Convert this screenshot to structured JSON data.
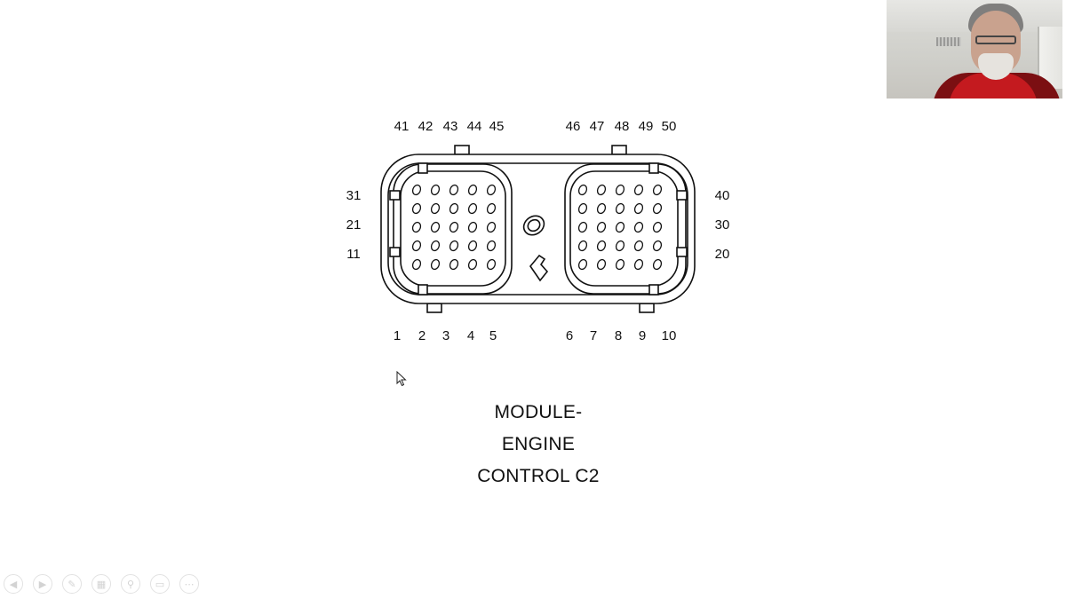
{
  "connector": {
    "top_labels_left": [
      "41",
      "42",
      "43",
      "44",
      "45"
    ],
    "top_labels_right": [
      "46",
      "47",
      "48",
      "49",
      "50"
    ],
    "bottom_labels_left": [
      "1",
      "2",
      "3",
      "4",
      "5"
    ],
    "bottom_labels_right": [
      "6",
      "7",
      "8",
      "9",
      "10"
    ],
    "left_side_labels": [
      "31",
      "21",
      "11"
    ],
    "right_side_labels": [
      "40",
      "30",
      "20"
    ]
  },
  "title_lines": [
    "MODULE-",
    "ENGINE",
    "CONTROL C2"
  ],
  "toolbar_icons": [
    "previous-icon",
    "next-icon",
    "pen-icon",
    "slides-icon",
    "zoom-icon",
    "screen-icon",
    "more-options-icon"
  ],
  "webcam": {
    "icon": "presenter-video"
  },
  "colors": {
    "line": "#111111",
    "background": "#ffffff"
  }
}
